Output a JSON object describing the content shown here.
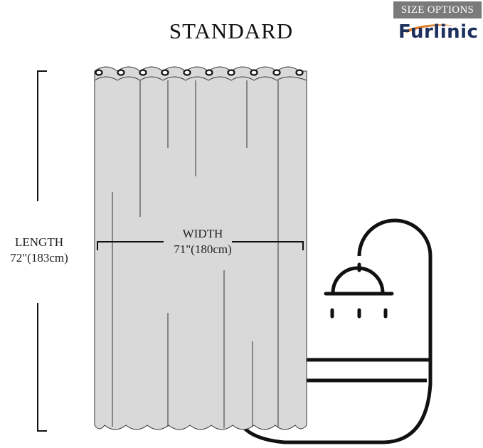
{
  "header": {
    "title": "STANDARD",
    "badge": "SIZE OPTIONS",
    "brand": "Furlinic"
  },
  "dimensions": {
    "length": {
      "label": "LENGTH",
      "value": "72\"(183cm)"
    },
    "width": {
      "label": "WIDTH",
      "value": "71\"(180cm)"
    }
  },
  "illustration": {
    "curtain_color": "#d9d9d9",
    "outline_color": "#111111",
    "grommet_count": 10,
    "icons": [
      "shower-curtain",
      "shower-head",
      "bathtub"
    ]
  },
  "colors": {
    "badge_bg": "#7a7a7a",
    "brand_text": "#1d2f5c",
    "brand_accent": "#e07b2a"
  }
}
